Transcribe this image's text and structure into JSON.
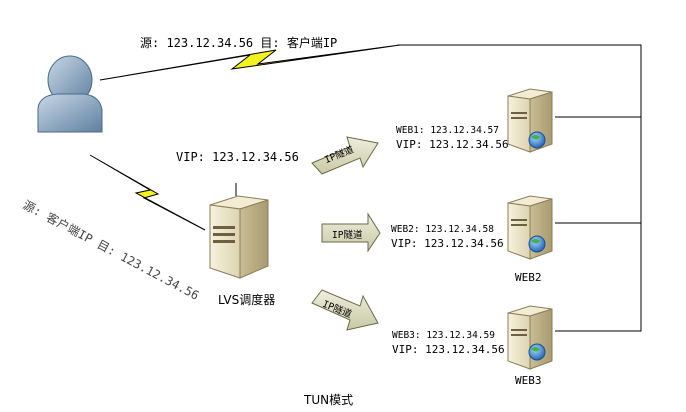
{
  "top_link_label": "源: 123.12.34.56  目: 客户端IP",
  "return_link_label": "源: 客户端IP  目: 123.12.34.56",
  "lvs": {
    "vip": "VIP: 123.12.34.56",
    "name": "LVS调度器"
  },
  "tunnel_label": "IP隧道",
  "servers": [
    {
      "line1": "WEB1: 123.12.34.57",
      "line2": "VIP: 123.12.34.56",
      "name": ""
    },
    {
      "line1": "WEB2: 123.12.34.58",
      "line2": "VIP: 123.12.34.56",
      "name": "WEB2"
    },
    {
      "line1": "WEB3: 123.12.34.59",
      "line2": "VIP: 123.12.34.56",
      "name": "WEB3"
    }
  ],
  "mode_title": "TUN模式",
  "colors": {
    "lightning": "#f2f21e",
    "arrow_fill": "#dcdcc0",
    "server_body": "#efe8cf",
    "globe": "#3a7fd0"
  }
}
